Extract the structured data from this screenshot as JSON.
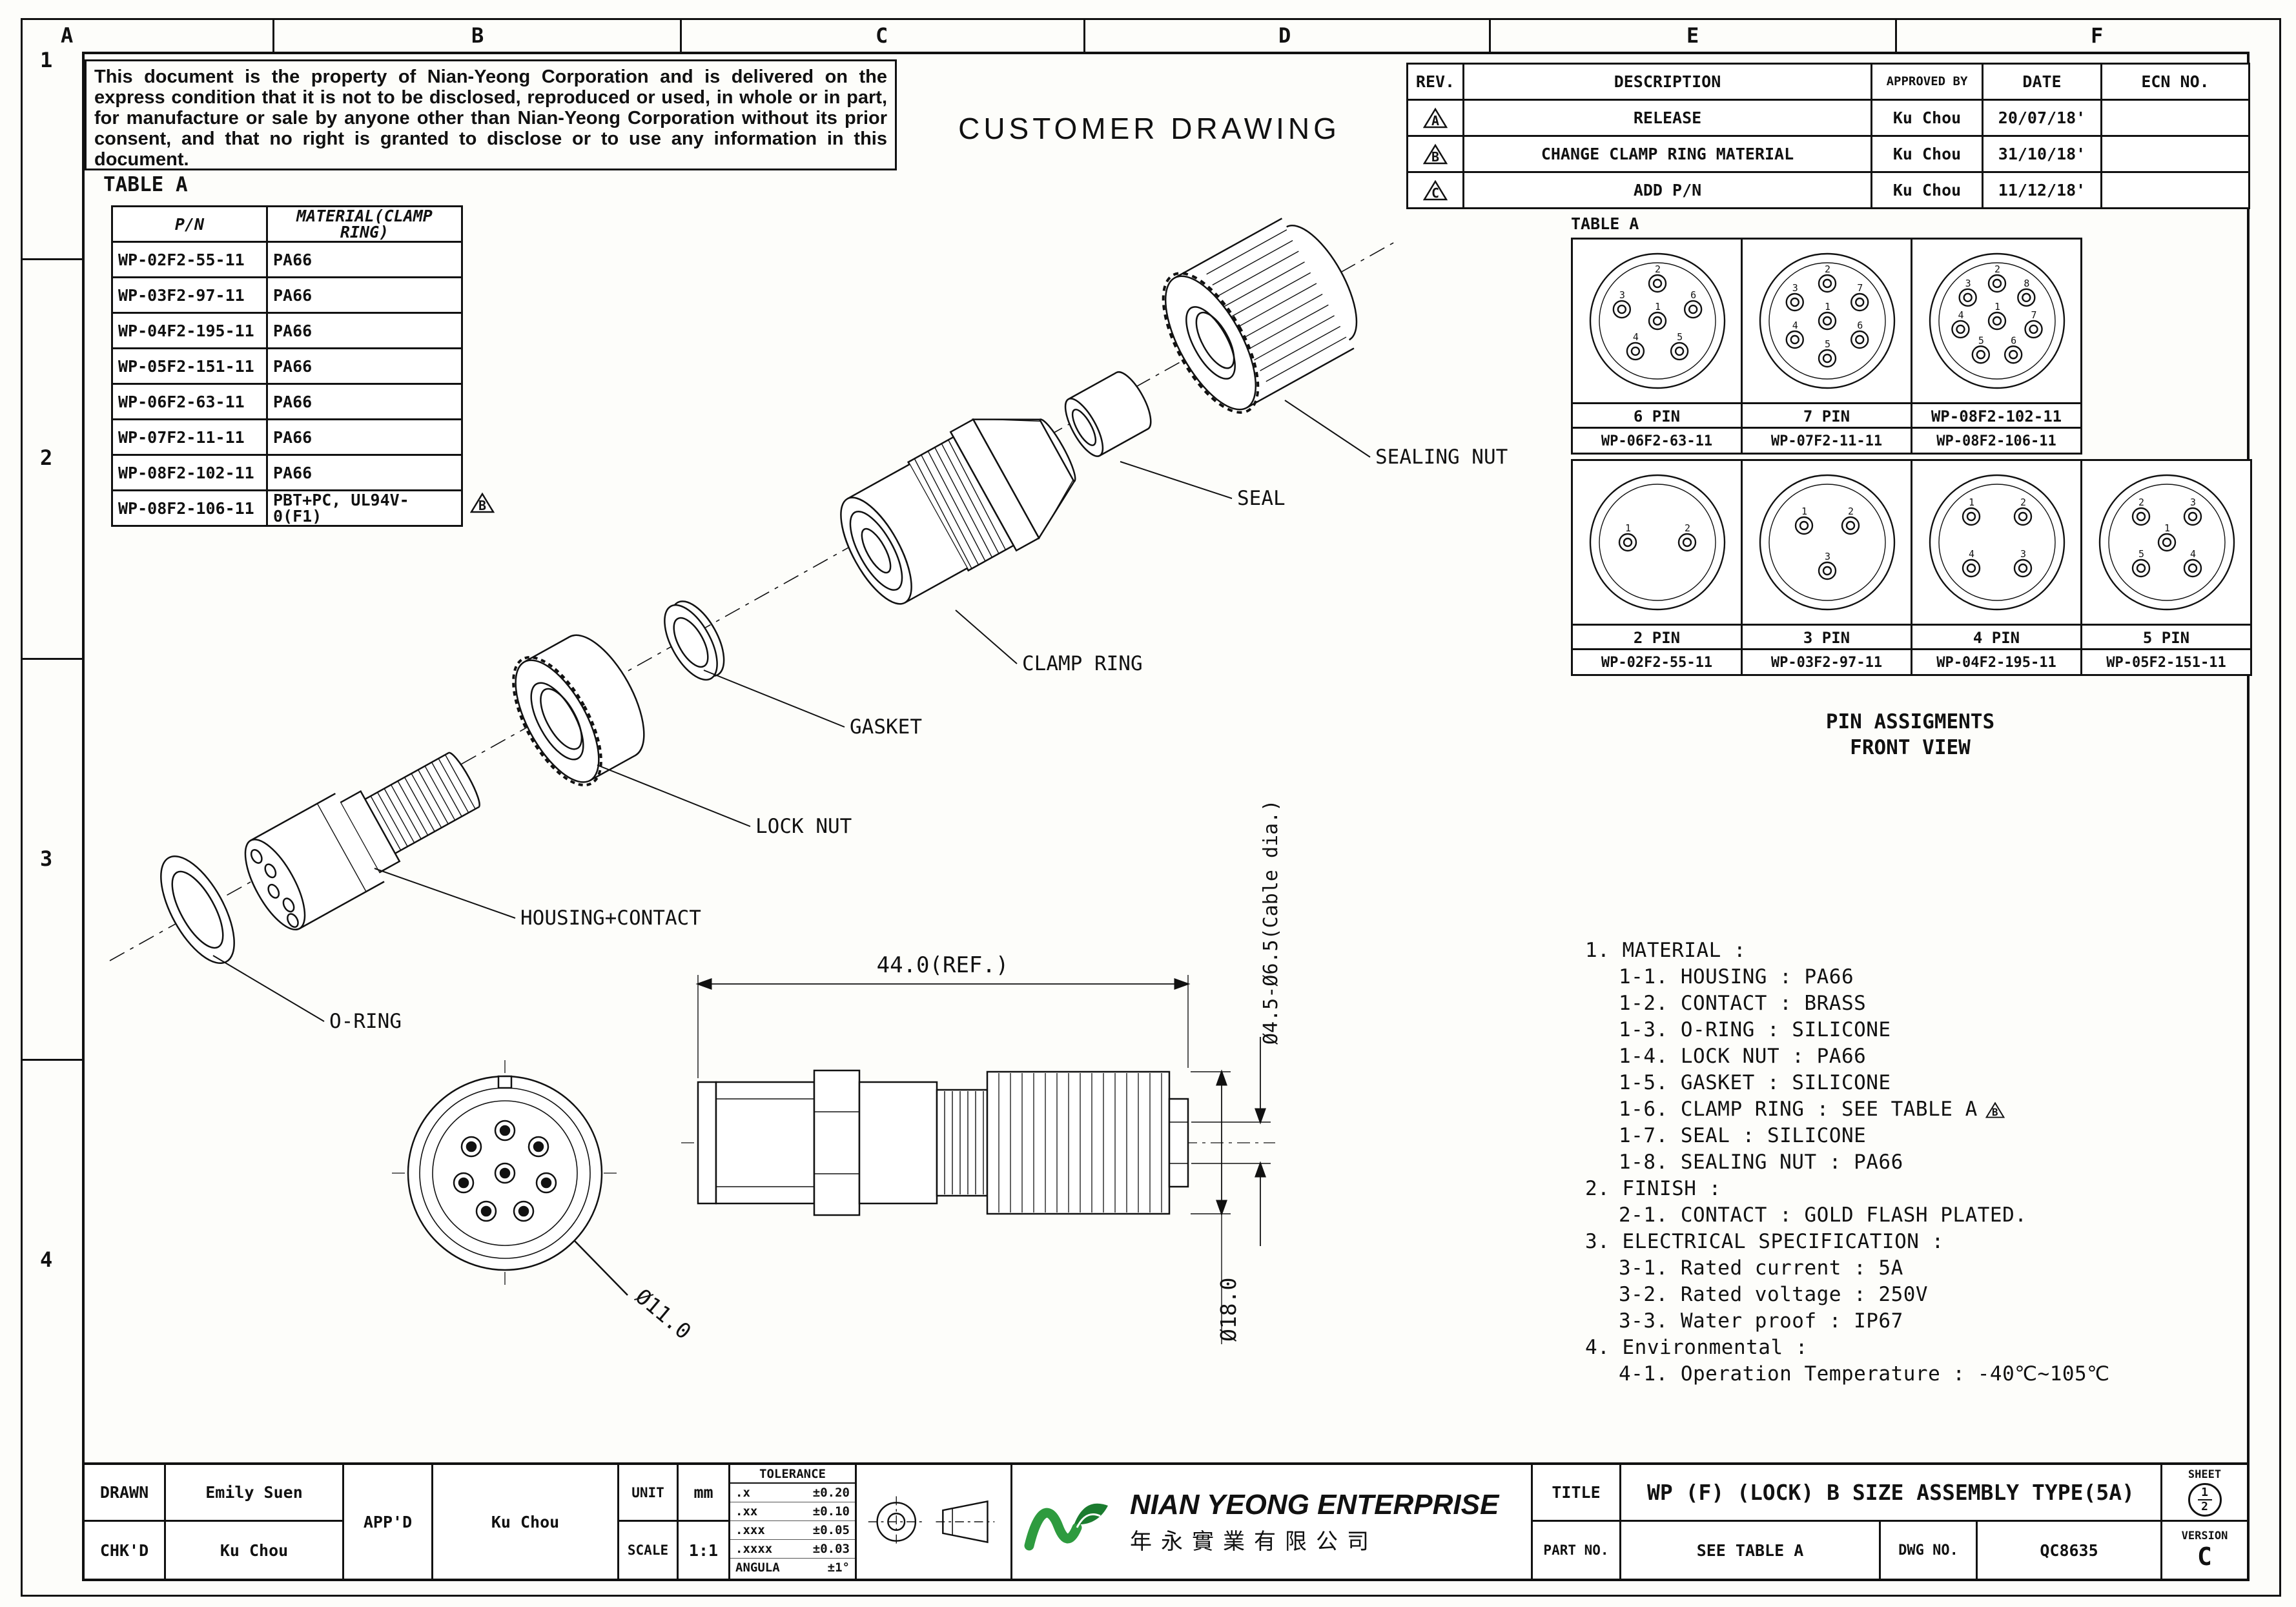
{
  "frame": {
    "cols": [
      "A",
      "B",
      "C",
      "D",
      "E",
      "F"
    ],
    "rows": [
      "1",
      "2",
      "3",
      "4"
    ]
  },
  "notice": "This document is the property of Nian-Yeong Corporation and is delivered on the express condition that it is not to be disclosed, reproduced or used, in whole or in part, for manufacture or sale by anyone other than Nian-Yeong Corporation without its prior consent, and that no right is granted to disclose or to use any information in this document.",
  "drawing_title": "CUSTOMER DRAWING",
  "table_a": {
    "label": "TABLE A",
    "headers": [
      "P/N",
      "MATERIAL(CLAMP RING)"
    ],
    "rows": [
      [
        "WP-02F2-55-11",
        "PA66"
      ],
      [
        "WP-03F2-97-11",
        "PA66"
      ],
      [
        "WP-04F2-195-11",
        "PA66"
      ],
      [
        "WP-05F2-151-11",
        "PA66"
      ],
      [
        "WP-06F2-63-11",
        "PA66"
      ],
      [
        "WP-07F2-11-11",
        "PA66"
      ],
      [
        "WP-08F2-102-11",
        "PA66"
      ],
      [
        "WP-08F2-106-11",
        "PBT+PC, UL94V-0(F1)"
      ]
    ],
    "flag": "B"
  },
  "revisions": {
    "headers": [
      "REV.",
      "DESCRIPTION",
      "APPROVED BY",
      "DATE",
      "ECN NO."
    ],
    "rows": [
      {
        "rev": "A",
        "description": "RELEASE",
        "approved_by": "Ku Chou",
        "date": "20/07/18'",
        "ecn": ""
      },
      {
        "rev": "B",
        "description": "CHANGE CLAMP RING MATERIAL",
        "approved_by": "Ku Chou",
        "date": "31/10/18'",
        "ecn": ""
      },
      {
        "rev": "C",
        "description": "ADD P/N",
        "approved_by": "Ku Chou",
        "date": "11/12/18'",
        "ecn": ""
      }
    ]
  },
  "pin_table": {
    "label": "TABLE A",
    "top_cells": [
      {
        "pins": 6,
        "label": "6 PIN",
        "pn": "WP-06F2-63-11"
      },
      {
        "pins": 7,
        "label": "7 PIN",
        "pn": "WP-07F2-11-11"
      },
      {
        "pins": 8,
        "label": "WP-08F2-102-11",
        "pn": "WP-08F2-106-11"
      }
    ],
    "bottom_cells": [
      {
        "pins": 2,
        "label": "2 PIN",
        "pn": "WP-02F2-55-11"
      },
      {
        "pins": 3,
        "label": "3 PIN",
        "pn": "WP-03F2-97-11"
      },
      {
        "pins": 4,
        "label": "4 PIN",
        "pn": "WP-04F2-195-11"
      },
      {
        "pins": 5,
        "label": "5 PIN",
        "pn": "WP-05F2-151-11"
      }
    ],
    "caption1": "PIN ASSIGMENTS",
    "caption2": "FRONT VIEW"
  },
  "exploded": {
    "labels": [
      "SEALING NUT",
      "SEAL",
      "CLAMP RING",
      "GASKET",
      "LOCK NUT",
      "HOUSING+CONTACT",
      "O-RING"
    ]
  },
  "dims": {
    "length": "44.0(REF.)",
    "cable": "Ø4.5-Ø6.5(Cable dia.)",
    "front": "Ø11.0",
    "body": "Ø18.0"
  },
  "notes": [
    {
      "text": "1. MATERIAL :",
      "indent": 0
    },
    {
      "text": "1-1. HOUSING : PA66",
      "indent": 1
    },
    {
      "text": "1-2. CONTACT : BRASS",
      "indent": 1
    },
    {
      "text": "1-3. O-RING : SILICONE",
      "indent": 1
    },
    {
      "text": "1-4. LOCK NUT : PA66",
      "indent": 1
    },
    {
      "text": "1-5. GASKET : SILICONE",
      "indent": 1
    },
    {
      "text": "1-6. CLAMP RING : SEE TABLE A",
      "indent": 1,
      "flag": "B"
    },
    {
      "text": "1-7. SEAL : SILICONE",
      "indent": 1
    },
    {
      "text": "1-8. SEALING NUT : PA66",
      "indent": 1
    },
    {
      "text": "2. FINISH :",
      "indent": 0
    },
    {
      "text": "2-1. CONTACT : GOLD FLASH PLATED.",
      "indent": 1
    },
    {
      "text": "3. ELECTRICAL SPECIFICATION :",
      "indent": 0
    },
    {
      "text": "3-1. Rated current : 5A",
      "indent": 1
    },
    {
      "text": "3-2. Rated voltage : 250V",
      "indent": 1
    },
    {
      "text": "3-3. Water proof : IP67",
      "indent": 1
    },
    {
      "text": "4. Environmental :",
      "indent": 0
    },
    {
      "text": "4-1. Operation Temperature : -40℃~105℃",
      "indent": 1
    }
  ],
  "title_block": {
    "drawn_label": "DRAWN",
    "drawn": "Emily Suen",
    "chkd_label": "CHK'D",
    "chkd": "Ku Chou",
    "appd_label": "APP'D",
    "appd": "Ku Chou",
    "unit_label": "UNIT",
    "unit": "mm",
    "scale_label": "SCALE",
    "scale": "1:1",
    "tolerance_label": "TOLERANCE",
    "tolerances": [
      {
        "k": ".x",
        "v": "±0.20"
      },
      {
        "k": ".xx",
        "v": "±0.10"
      },
      {
        "k": ".xxx",
        "v": "±0.05"
      },
      {
        "k": ".xxxx",
        "v": "±0.03"
      },
      {
        "k": "ANGULA",
        "v": "±1°"
      }
    ],
    "company_en": "NIAN YEONG ENTERPRISE",
    "company_zh": "年永實業有限公司",
    "title_label": "TITLE",
    "title": "WP (F) (LOCK) B SIZE ASSEMBLY TYPE(5A)",
    "part_label": "PART NO.",
    "part": "SEE TABLE A",
    "dwg_label": "DWG NO.",
    "dwg": "QC8635",
    "sheet_label": "SHEET",
    "sheet_top": "1",
    "sheet_bottom": "2",
    "version_label": "VERSION",
    "version": "C"
  }
}
